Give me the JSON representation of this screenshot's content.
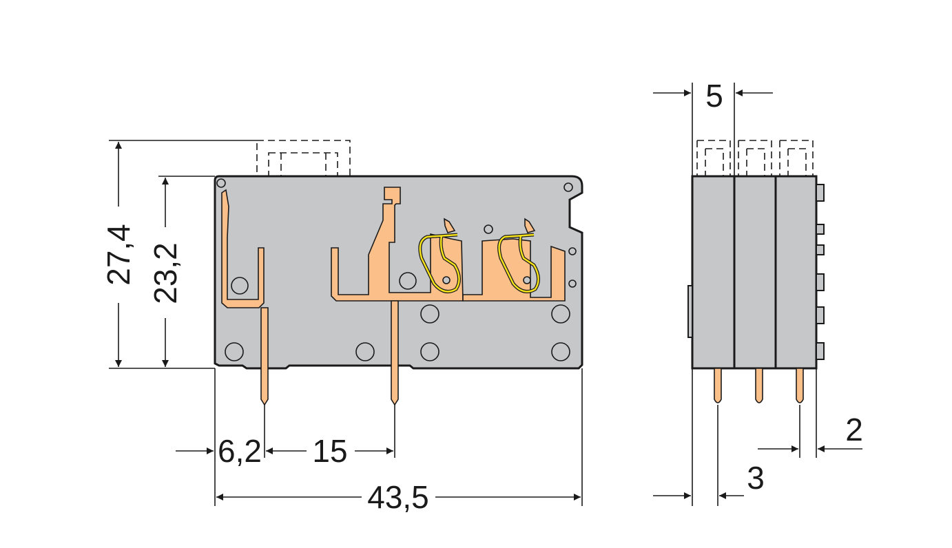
{
  "drawing": {
    "front_view": {
      "height_overall": "27,4",
      "height_body": "23,2",
      "pin_offset": "6,2",
      "pin_pitch": "15",
      "width": "43,5"
    },
    "side_view": {
      "pole_pitch": "5",
      "pin_edge_offset": "2",
      "pin_offset": "3"
    },
    "colors": {
      "housing": "#c6c7c9",
      "contact": "#fbbf8a",
      "spring": "#f5e21a"
    }
  }
}
